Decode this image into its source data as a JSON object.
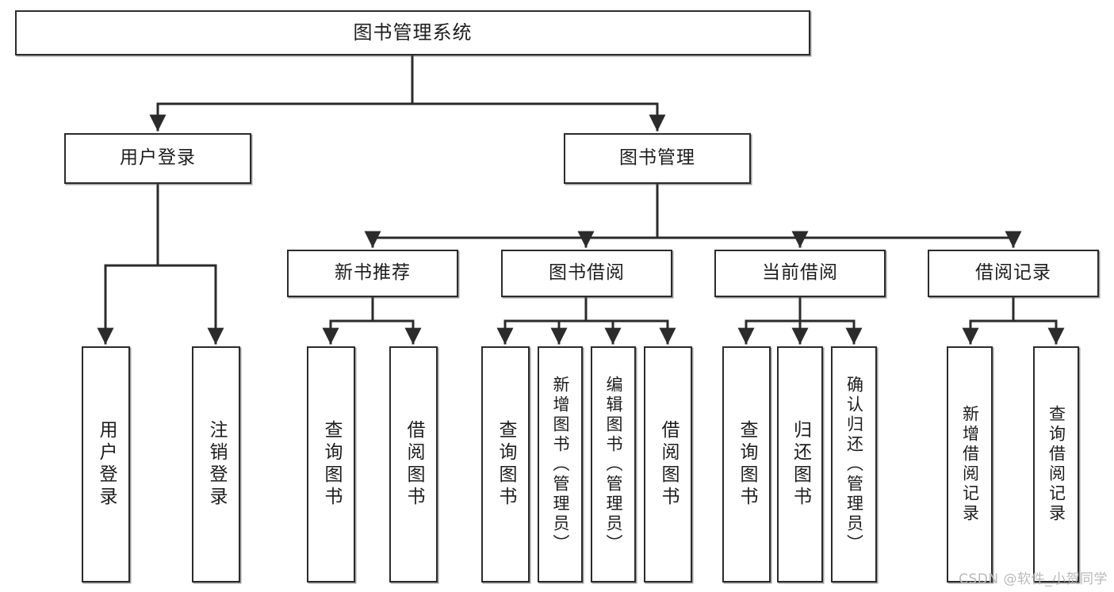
{
  "diagram": {
    "title": "图书管理系统",
    "type": "tree",
    "watermark": "CSDN @软件_小贺同学",
    "colors": {
      "box_border": "#2b2b2b",
      "box_fill": "#ffffff",
      "edge": "#2b2b2b",
      "text": "#1d1d1d",
      "watermark": "#b9b9b9"
    },
    "root": {
      "label": "图书管理系统"
    },
    "level2": [
      {
        "label": "用户登录"
      },
      {
        "label": "图书管理"
      }
    ],
    "level3": [
      {
        "label": "新书推荐"
      },
      {
        "label": "图书借阅"
      },
      {
        "label": "当前借阅"
      },
      {
        "label": "借阅记录"
      }
    ],
    "leaves": {
      "user_login": [
        {
          "label": "用户登录"
        },
        {
          "label": "注销登录"
        }
      ],
      "new_book_rec": [
        {
          "label": "查询图书"
        },
        {
          "label": "借阅图书"
        }
      ],
      "book_borrow": [
        {
          "label": "查询图书"
        },
        {
          "label": "新增图书（管理员）"
        },
        {
          "label": "编辑图书（管理员）"
        },
        {
          "label": "借阅图书"
        }
      ],
      "current_borrow": [
        {
          "label": "查询图书"
        },
        {
          "label": "归还图书"
        },
        {
          "label": "确认归还（管理员）"
        }
      ],
      "borrow_record": [
        {
          "label": "新增借阅记录"
        },
        {
          "label": "查询借阅记录"
        }
      ]
    }
  }
}
